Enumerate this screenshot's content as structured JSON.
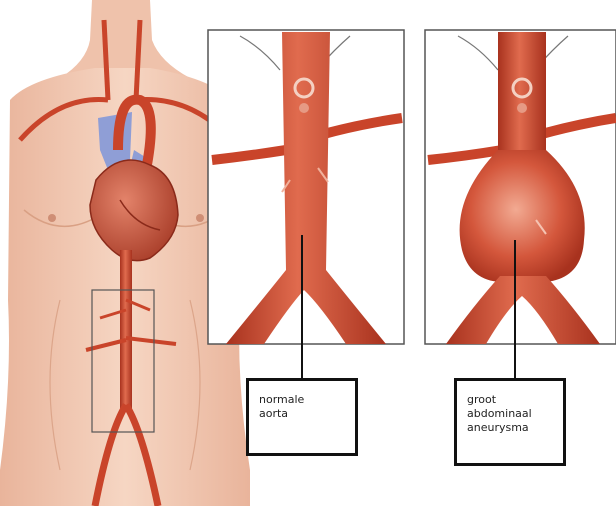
{
  "labels": {
    "normal": {
      "line1": "normale",
      "line2": "aorta"
    },
    "aneurysm": {
      "line1": "groot",
      "line2": "abdominaal",
      "line3": "aneurysma"
    }
  },
  "colors": {
    "skin": "#f3cbb5",
    "skin_shadow": "#e3ad93",
    "artery": "#c9442a",
    "artery_dark": "#9e2d1b",
    "artery_light": "#e0765a",
    "vein": "#8f9ed6",
    "frame": "#333333"
  }
}
